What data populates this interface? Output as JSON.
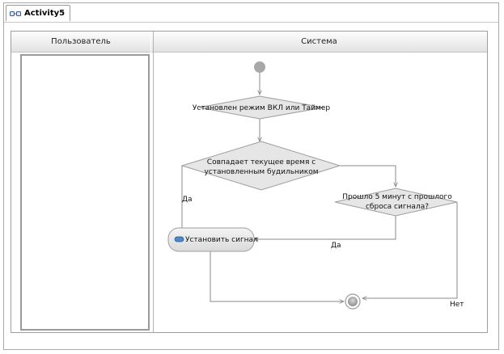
{
  "tab": {
    "title": "Activity5",
    "icon": "activity-diagram-icon"
  },
  "lanes": {
    "user": "Пользователь",
    "system": "Система"
  },
  "nodes": {
    "decision1": "Установлен режим ВКЛ или Таймер",
    "decision2_line1": "Совпадает текущее время с",
    "decision2_line2": "установленным будильником",
    "decision3_line1": "Прошло 5 минут с прошлого",
    "decision3_line2": "сброса сигнала?",
    "action": "Установить сигнал"
  },
  "edges": {
    "yes_left": "Да",
    "yes_bottom": "Да",
    "no": "Нет"
  },
  "colors": {
    "node_fill": "#e6e6e6",
    "node_stroke": "#9d9d9d",
    "edge": "#8a8a8a",
    "start_node": "#a8a8a8"
  }
}
